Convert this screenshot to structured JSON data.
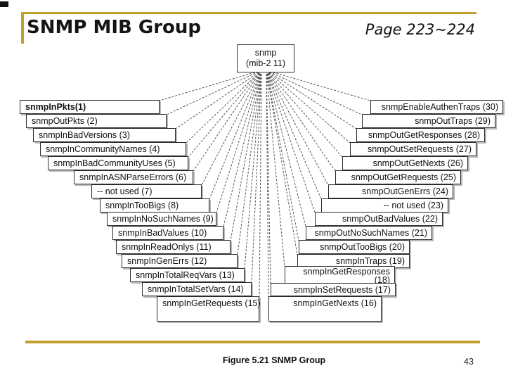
{
  "slide": {
    "title": "SNMP MIB Group",
    "page_ref": "Page 223~224",
    "caption": "Figure 5.21 SNMP Group",
    "page_number": "43",
    "accent_color": "#C3A02C"
  },
  "diagram": {
    "root": {
      "line1": "snmp",
      "line2": "(mib-2 11)"
    },
    "left_items": [
      {
        "label": "snmpInPkts(1)",
        "bold": true
      },
      {
        "label": "snmpOutPkts (2)"
      },
      {
        "label": "snmpInBadVersions (3)"
      },
      {
        "label": "snmpInCommunityNames (4)"
      },
      {
        "label": "snmpInBadCommunityUses (5)"
      },
      {
        "label": "snmpInASNParseErrors (6)"
      },
      {
        "label": "-- not used (7)"
      },
      {
        "label": "snmpInTooBigs (8)"
      },
      {
        "label": "snmpInNoSuchNames (9)"
      },
      {
        "label": "snmpInBadValues (10)"
      },
      {
        "label": "snmpInReadOnlys (11)"
      },
      {
        "label": "snmpInGenErrs (12)"
      },
      {
        "label": "snmpInTotalReqVars (13)"
      },
      {
        "label": "snmpInTotalSetVars (14)"
      },
      {
        "label": "snmpInGetRequests (15)"
      }
    ],
    "right_items": [
      {
        "label": "snmpEnableAuthenTraps (30)"
      },
      {
        "label": "snmpOutTraps (29)"
      },
      {
        "label": "snmpOutGetResponses (28)"
      },
      {
        "label": "snmpOutSetRequests (27)"
      },
      {
        "label": "snmpOutGetNexts (26)"
      },
      {
        "label": "snmpOutGetRequests (25)"
      },
      {
        "label": "snmpOutGenErrs (24)"
      },
      {
        "label": "-- not used (23)"
      },
      {
        "label": "snmpOutBadValues (22)"
      },
      {
        "label": "snmpOutNoSuchNames (21)"
      },
      {
        "label": "snmpOutTooBigs (20)"
      },
      {
        "label": "snmpInTraps (19)"
      },
      {
        "label": "snmpInGetResponses (18)"
      },
      {
        "label": "snmpInSetRequests (17)"
      },
      {
        "label": "snmpInGetNexts (16)"
      }
    ]
  }
}
